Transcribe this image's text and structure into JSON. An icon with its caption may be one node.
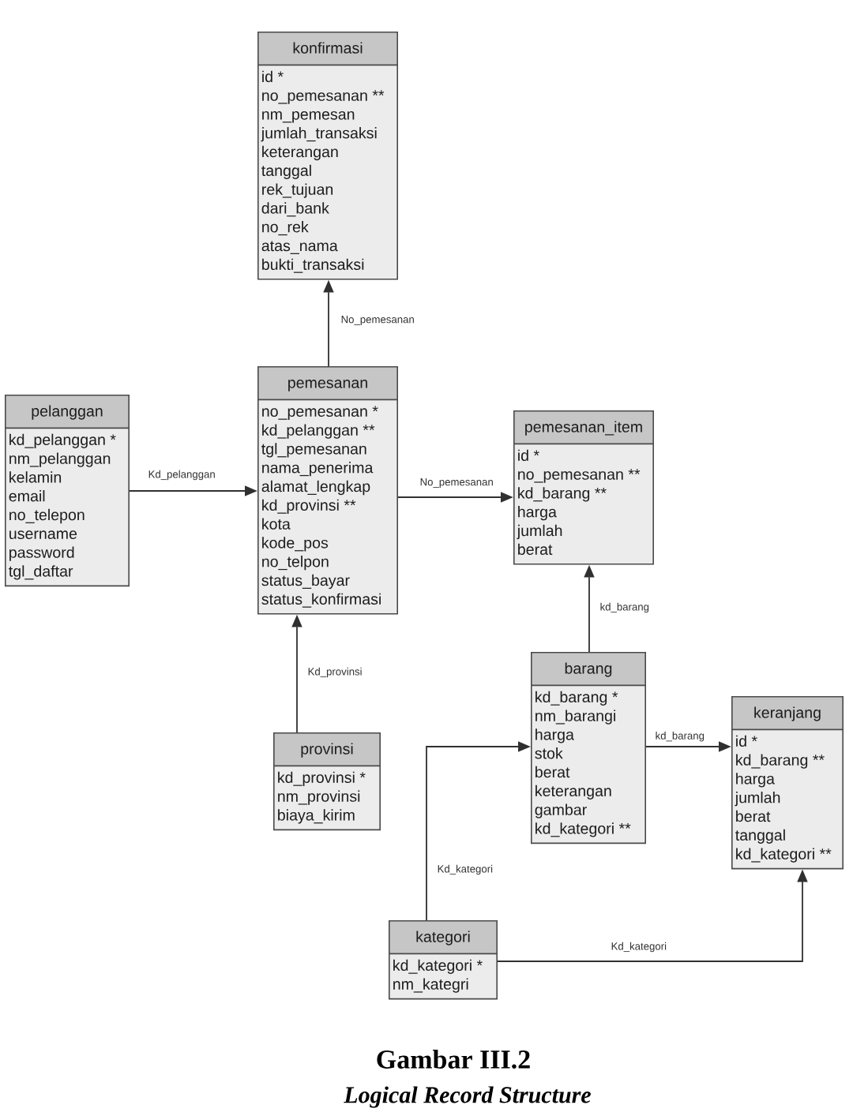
{
  "diagram": {
    "caption": "Gambar III.2",
    "nodes": [
      {
        "text": [
          "konfirmasi",
          "id *",
          "no_pemesanan **",
          "nm_pemesan",
          "jumlah_transaksi",
          "keterangan",
          "tanggal",
          "rek_tujuan",
          "dari_bank",
          "no_rek",
          "atas_nama",
          "bukti_transaksi"
        ]
      },
      {
        "text": [
          "pemesanan",
          "no_pemesanan *",
          "kd_pelanggan **",
          "tgl_pemesanan",
          "nama_penerima",
          "alamat_lengkap",
          "kd_provinsi **",
          "kota",
          "kode_pos",
          "no_telpon",
          "status_bayar",
          "status_konfirmasi"
        ]
      },
      {
        "text": [
          "pelanggan",
          "kd_pelanggan *",
          "nm_pelanggan",
          "kelamin",
          "email",
          "no_telepon",
          "username",
          "password",
          "tgl_daftar"
        ]
      },
      {
        "text": [
          "pemesanan_item",
          "id *",
          "no_pemesanan **",
          "kd_barang **",
          "harga",
          "jumlah",
          "berat"
        ]
      },
      {
        "text": [
          "barang",
          "kd_barang *",
          "nm_barangi",
          "harga",
          "stok",
          "berat",
          "keterangan",
          "gambar",
          "kd_kategori **"
        ]
      },
      {
        "text": [
          "keranjang",
          "id *",
          "kd_barang **",
          "harga",
          "jumlah",
          "berat",
          "tanggal",
          "kd_kategori **"
        ]
      },
      {
        "text": [
          "provinsi",
          "kd_provinsi *",
          "nm_provinsi",
          "biaya_kirim"
        ]
      },
      {
        "text": [
          "kategori",
          "kd_kategori *",
          "nm_kategri"
        ]
      }
    ],
    "edges": [
      {
        "from": 1,
        "to": 0,
        "arrow": "to",
        "label": "No_pemesanan"
      },
      {
        "from": 2,
        "to": 1,
        "arrow": "to",
        "label": "Kd_pelanggan"
      },
      {
        "from": 1,
        "to": 3,
        "arrow": "to",
        "label": "No_pemesanan"
      },
      {
        "from": 6,
        "to": 1,
        "arrow": "to",
        "label": "Kd_provinsi"
      },
      {
        "from": 4,
        "to": 3,
        "arrow": "to",
        "label": "kd_barang"
      },
      {
        "from": 4,
        "to": 5,
        "arrow": "to",
        "label": "kd_barang"
      },
      {
        "from": 7,
        "to": 4,
        "arrow": "to",
        "label": "Kd_kategori"
      },
      {
        "from": 7,
        "to": 5,
        "arrow": "to",
        "label": "Kd_kategori"
      }
    ],
    "labels": [
      "Logical Record Structure"
    ]
  }
}
